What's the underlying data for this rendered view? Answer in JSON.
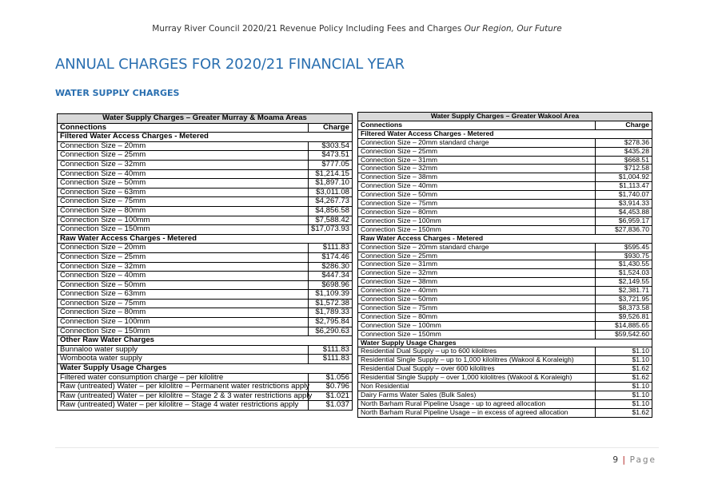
{
  "header": {
    "text": "Murray River Council 2020/21 Revenue Policy Including Fees and Charges",
    "italic": "Our Region, Our Future"
  },
  "title": "ANNUAL CHARGES FOR 2020/21 FINANCIAL YEAR",
  "subtitle": "WATER SUPPLY CHARGES",
  "left_table": {
    "caption": "Water Supply Charges – Greater Murray & Moama Areas",
    "col_connections": "Connections",
    "col_charge": "Charge",
    "sections": [
      {
        "heading": "Filtered Water Access Charges - Metered",
        "rows": [
          [
            "Connection Size – 20mm",
            "$303.54"
          ],
          [
            "Connection Size – 25mm",
            "$473.51"
          ],
          [
            "Connection Size – 32mm",
            "$777.05"
          ],
          [
            "Connection Size – 40mm",
            "$1,214.15"
          ],
          [
            "Connection Size – 50mm",
            "$1,897.10"
          ],
          [
            "Connection Size – 63mm",
            "$3,011.08"
          ],
          [
            "Connection Size – 75mm",
            "$4,267.73"
          ],
          [
            "Connection Size – 80mm",
            "$4,856.58"
          ],
          [
            "Connection Size – 100mm",
            "$7,588.42"
          ],
          [
            "Connection Size – 150mm",
            "$17,073.93"
          ]
        ]
      },
      {
        "heading": "Raw Water Access Charges - Metered",
        "rows": [
          [
            "Connection Size – 20mm",
            "$111.83"
          ],
          [
            "Connection Size – 25mm",
            "$174.46"
          ],
          [
            "Connection Size – 32mm",
            "$286.30"
          ],
          [
            "Connection Size – 40mm",
            "$447.34"
          ],
          [
            "Connection Size – 50mm",
            "$698.96"
          ],
          [
            "Connection Size – 63mm",
            "$1,109.39"
          ],
          [
            "Connection Size – 75mm",
            "$1,572.38"
          ],
          [
            "Connection Size – 80mm",
            "$1,789.33"
          ],
          [
            "Connection Size – 100mm",
            "$2,795.84"
          ],
          [
            "Connection Size – 150mm",
            "$6,290.63"
          ]
        ]
      },
      {
        "heading": "Other Raw Water Charges",
        "rows": [
          [
            "Bunnaloo water supply",
            "$111.83"
          ],
          [
            "Womboota water supply",
            "$111.83"
          ]
        ]
      },
      {
        "heading": "Water Supply Usage Charges",
        "rows": [
          [
            "Filtered water consumption charge – per kilolitre",
            "$1.056"
          ],
          [
            "Raw (untreated) Water – per kilolitre – Permanent water restrictions apply",
            "$0.796"
          ],
          [
            "Raw (untreated) Water – per kilolitre – Stage 2 & 3 water restrictions apply",
            "$1.021"
          ],
          [
            "Raw (untreated) Water – per kilolitre – Stage 4 water restrictions apply",
            "$1.037"
          ]
        ]
      }
    ]
  },
  "right_table": {
    "caption": "Water Supply Charges – Greater Wakool Area",
    "col_connections": "Connections",
    "col_charge": "Charge",
    "sections": [
      {
        "heading": "Filtered Water Access Charges - Metered",
        "rows": [
          [
            "Connection Size – 20mm standard charge",
            "$278.36"
          ],
          [
            "Connection Size – 25mm",
            "$435.28"
          ],
          [
            "Connection Size – 31mm",
            "$668.51"
          ],
          [
            "Connection Size – 32mm",
            "$712.58"
          ],
          [
            "Connection Size – 38mm",
            "$1,004.92"
          ],
          [
            "Connection Size – 40mm",
            "$1,113.47"
          ],
          [
            "Connection Size – 50mm",
            "$1,740.07"
          ],
          [
            "Connection Size – 75mm",
            "$3,914.33"
          ],
          [
            "Connection Size – 80mm",
            "$4,453.88"
          ],
          [
            "Connection Size – 100mm",
            "$6,959.17"
          ],
          [
            "Connection Size – 150mm",
            "$27,836.70"
          ]
        ]
      },
      {
        "heading": "Raw Water Access Charges - Metered",
        "rows": [
          [
            "Connection Size – 20mm standard charge",
            "$595.45"
          ],
          [
            "Connection Size – 25mm",
            "$930.75"
          ],
          [
            "Connection Size – 31mm",
            "$1,430.55"
          ],
          [
            "Connection Size – 32mm",
            "$1,524.03"
          ],
          [
            "Connection Size – 38mm",
            "$2,149.55"
          ],
          [
            "Connection Size – 40mm",
            "$2,381.71"
          ],
          [
            "Connection Size – 50mm",
            "$3,721.95"
          ],
          [
            "Connection Size – 75mm",
            "$8,373.58"
          ],
          [
            "Connection Size – 80mm",
            "$9,526.81"
          ],
          [
            "Connection Size – 100mm",
            "$14,885.65"
          ],
          [
            "Connection Size – 150mm",
            "$59,542.60"
          ]
        ]
      },
      {
        "heading": "Water Supply Usage Charges",
        "rows": [
          [
            "Residential Dual Supply – up to 600 kilolitres",
            "$1.10"
          ],
          [
            "Residential Single Supply – up to 1,000 kilolitres (Wakool & Koraleigh)",
            "$1.10"
          ],
          [
            "Residential Dual Supply – over 600 kilolitres",
            "$1.62"
          ],
          [
            "Residential Single Supply – over 1,000 kilolitres (Wakool & Koraleigh)",
            "$1.62"
          ],
          [
            "Non Residential",
            "$1.10"
          ],
          [
            "Dairy Farms Water Sales (Bulk Sales)",
            "$1.10"
          ],
          [
            "North Barham Rural Pipeline Usage - up to agreed allocation",
            "$1.10"
          ],
          [
            "North Barham Rural Pipeline Usage – in excess of agreed allocation",
            "$1.62"
          ]
        ]
      }
    ]
  },
  "footer": {
    "page_number": "9",
    "separator": "|",
    "page_label": "Page"
  }
}
